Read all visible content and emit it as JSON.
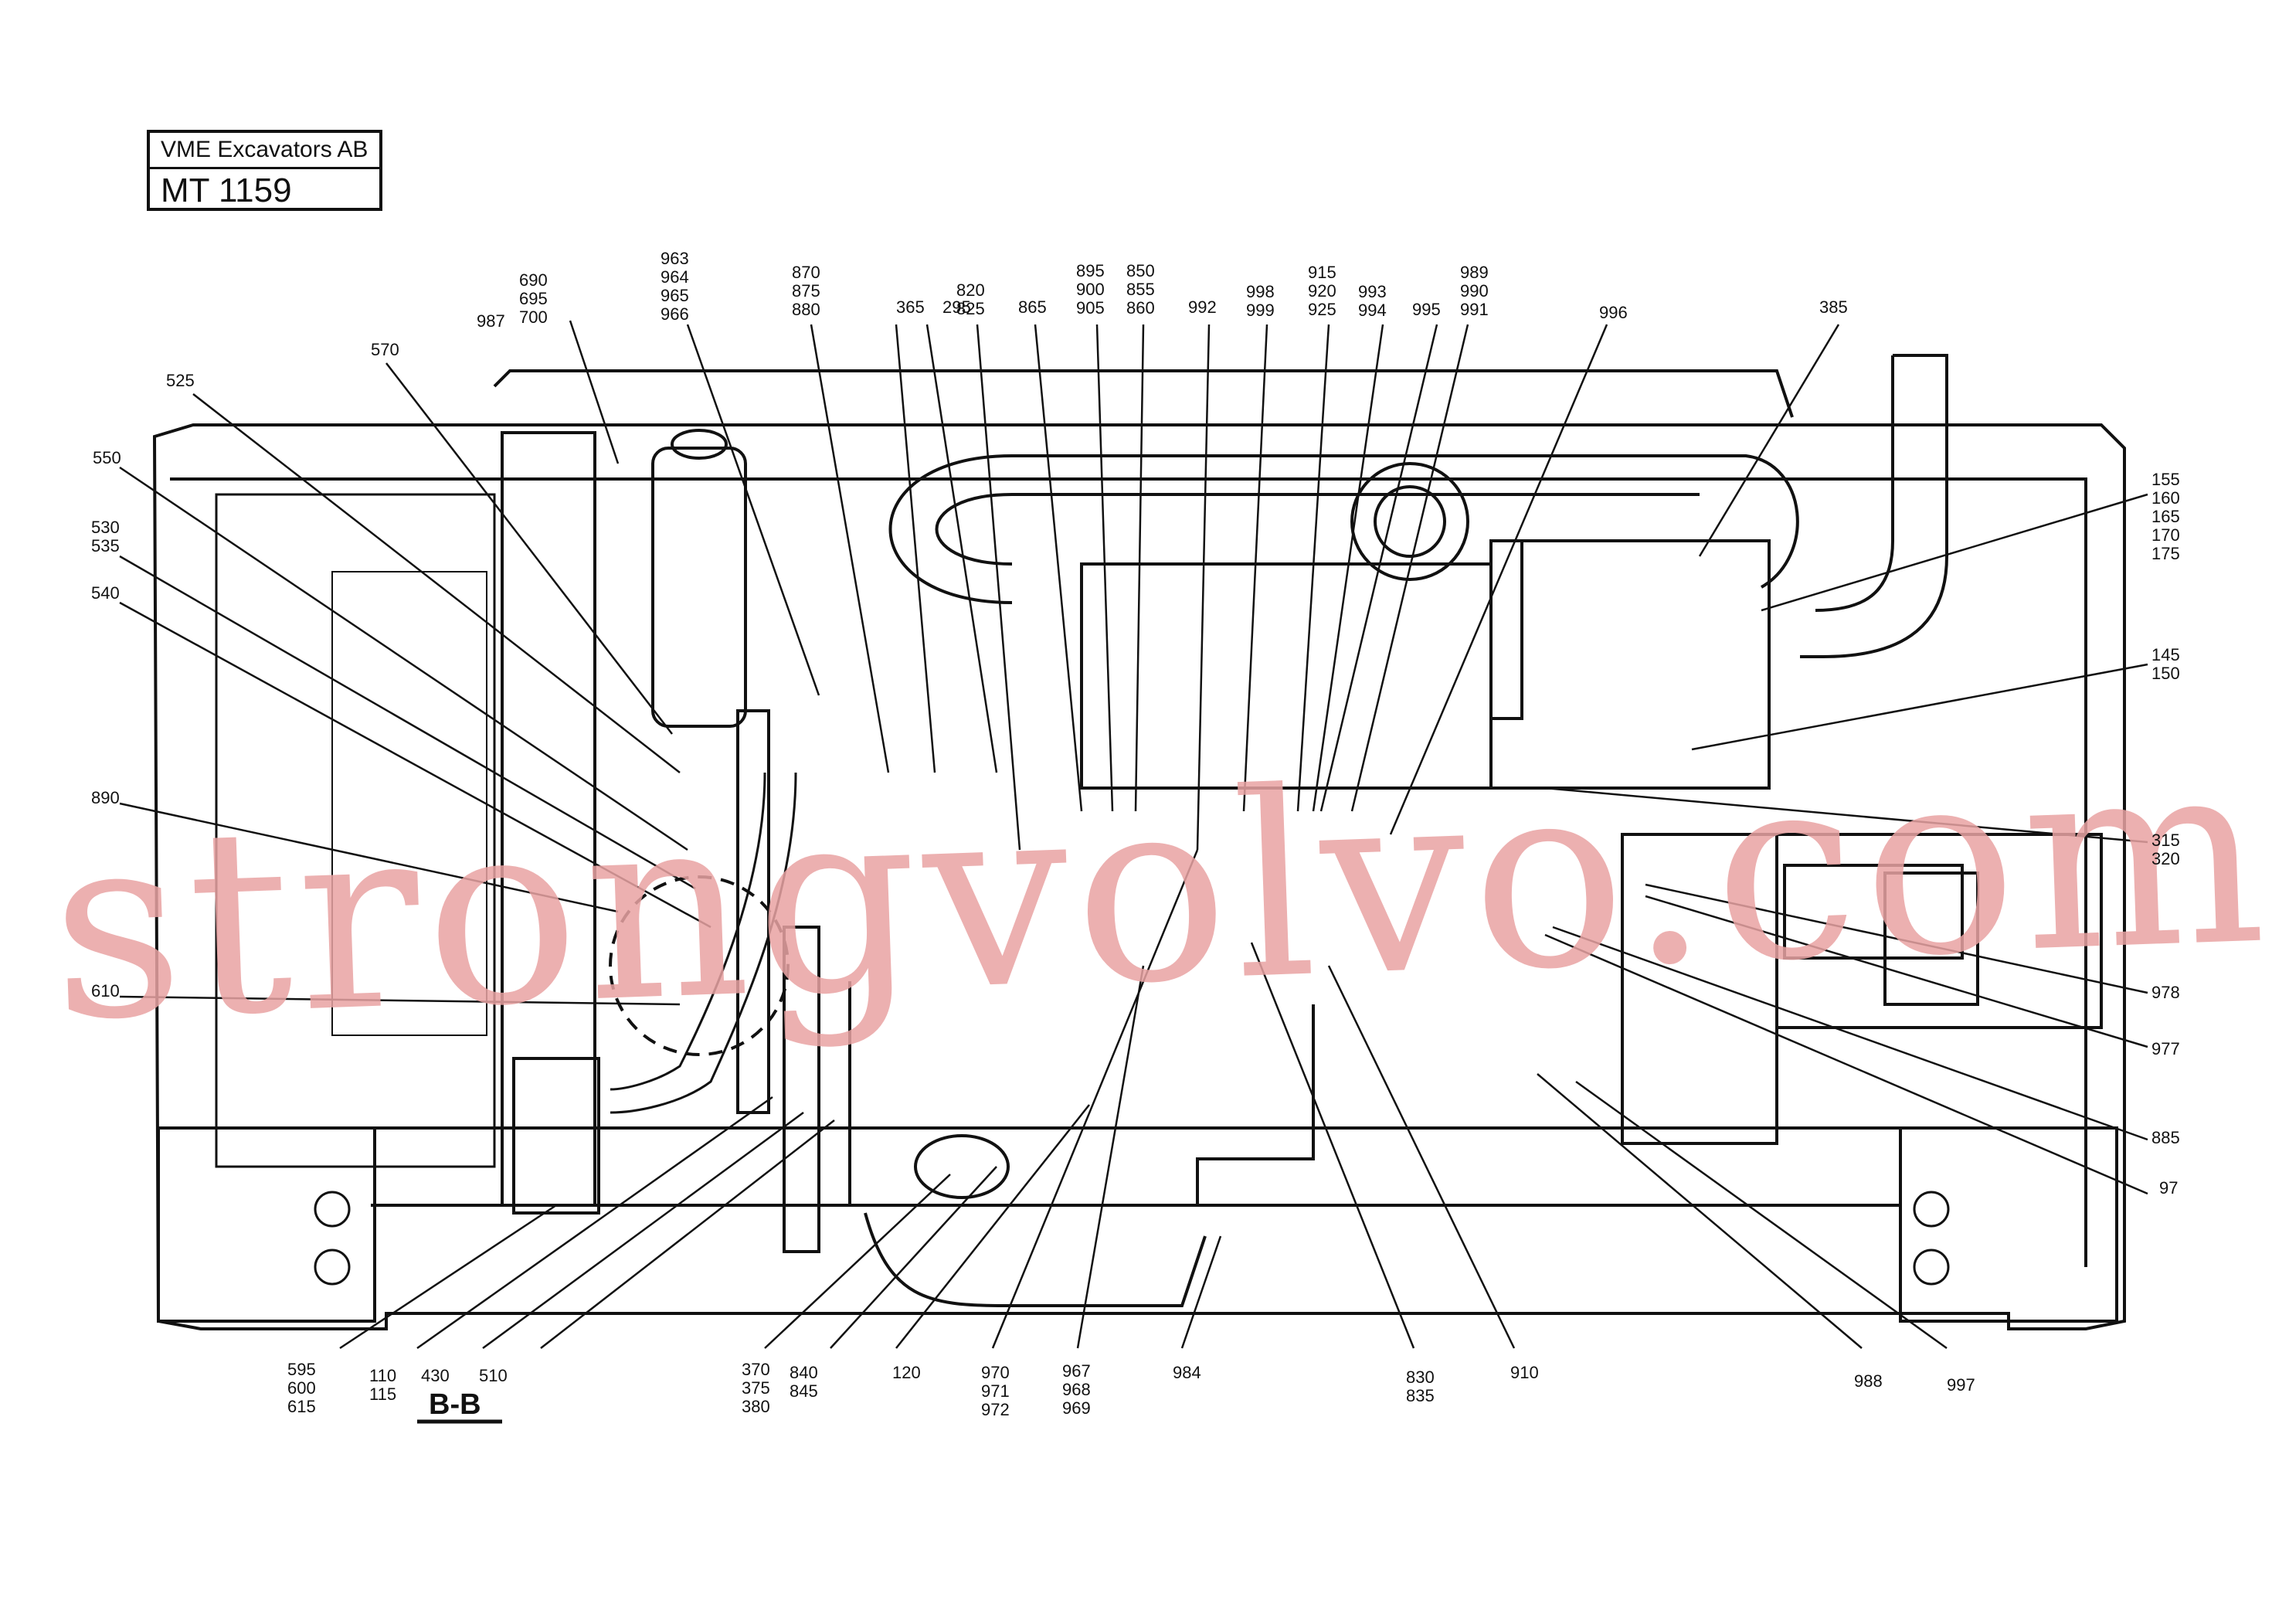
{
  "title_block": {
    "company": "VME Excavators AB",
    "drawing_no": "MT 1159"
  },
  "section_label": "B-B",
  "watermark": "strongvolvo.com",
  "colors": {
    "ink": "#111111",
    "watermark": "#e9a3a3",
    "background": "#ffffff"
  },
  "callouts": {
    "c690": "690\n695\n700",
    "c987": "987",
    "c963": "963\n964\n965\n966",
    "c870": "870\n875\n880",
    "c365": "365",
    "c295": "295",
    "c820": "820\n825",
    "c865": "865",
    "c895": "895\n900\n905",
    "c850": "850\n855\n860",
    "c992": "992",
    "c998": "998\n999",
    "c915": "915\n920\n925",
    "c993": "993\n994",
    "c995": "995",
    "c989": "989\n990\n991",
    "c996": "996",
    "c385": "385",
    "c570": "570",
    "c525": "525",
    "c550": "550",
    "c530": "530\n535",
    "c540": "540",
    "c890": "890",
    "c610": "610",
    "c155": "155\n160\n165\n170\n175",
    "c145": "145\n150",
    "c315": "315\n320",
    "c978": "978",
    "c977": "977",
    "c885": "885",
    "c97": "97",
    "c595": "595\n600\n615",
    "c110": "110\n115",
    "c430": "430",
    "c510": "510",
    "c370": "370\n375\n380",
    "c840": "840\n845",
    "c120": "120",
    "c970": "970\n971\n972",
    "c967": "967\n968\n969",
    "c984": "984",
    "c830": "830\n835",
    "c910": "910",
    "c988": "988",
    "c997": "997"
  }
}
